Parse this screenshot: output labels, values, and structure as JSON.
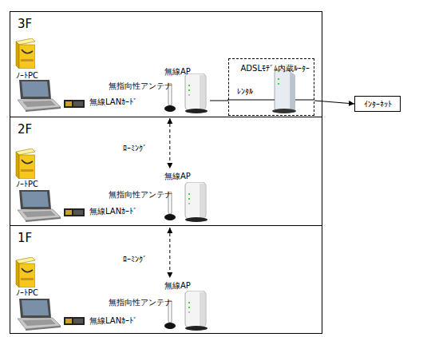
{
  "diagram": {
    "nodes": [
      {
        "text": [
          "3F"
        ]
      },
      {
        "text": [
          "無線AP"
        ],
        "in": 0
      },
      {
        "text": [
          "ADSLﾓﾃﾞﾑ内蔵ﾙｰﾀｰ"
        ],
        "in": 0
      },
      {
        "text": [
          "ｲﾝﾀｰﾈｯﾄ"
        ]
      },
      {
        "text": [
          "2F"
        ]
      },
      {
        "text": [
          "無線AP"
        ],
        "in": 4
      },
      {
        "text": [
          "1F"
        ]
      },
      {
        "text": [
          "無線AP"
        ],
        "in": 6
      }
    ],
    "edges": [
      {
        "from": 1,
        "to": 2,
        "arrow": "none",
        "label": "ﾚﾝﾀﾙ"
      },
      {
        "from": 2,
        "to": 3,
        "arrow": "to"
      },
      {
        "from": 1,
        "to": 5,
        "arrow": "both",
        "label": "ﾛｰﾐﾝｸﾞ"
      },
      {
        "from": 5,
        "to": 7,
        "arrow": "both",
        "label": "ﾛｰﾐﾝｸﾞ"
      }
    ],
    "labels": [
      "ﾉｰﾄPC",
      "無指向性アンテナ",
      "無線LANｶｰﾄﾞ",
      "ﾉｰﾄPC",
      "無指向性アンテナ",
      "無線LANｶｰﾄﾞ",
      "ﾉｰﾄPC",
      "無指向性アンテナ",
      "無線LANｶｰﾄﾞ"
    ]
  }
}
